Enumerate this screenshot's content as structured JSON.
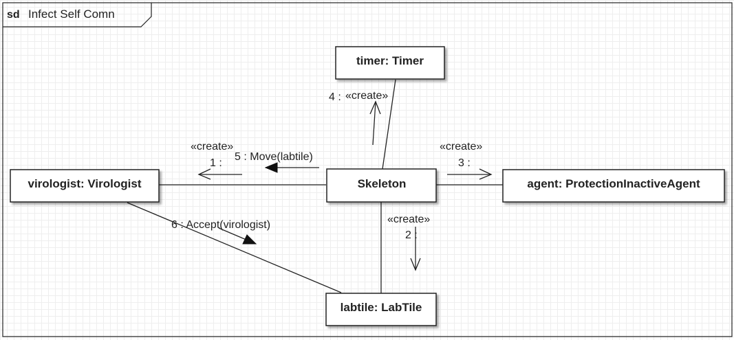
{
  "frame": {
    "keyword": "sd",
    "name": "Infect Self Comn"
  },
  "objects": {
    "timer": "timer: Timer",
    "virologist": "virologist: Virologist",
    "skeleton": "Skeleton",
    "agent": "agent: ProtectionInactiveAgent",
    "labtile": "labtile: LabTile"
  },
  "messages": {
    "m4_num": "4 :",
    "m4_stereo": "«create»",
    "m1_stereo": "«create»",
    "m1_num": "1 :",
    "m5": "5 : Move(labtile)",
    "m3_stereo": "«create»",
    "m3_num": "3 :",
    "m2_stereo": "«create»",
    "m2_num": "2 :",
    "m6": "6 : Accept(virologist)"
  }
}
